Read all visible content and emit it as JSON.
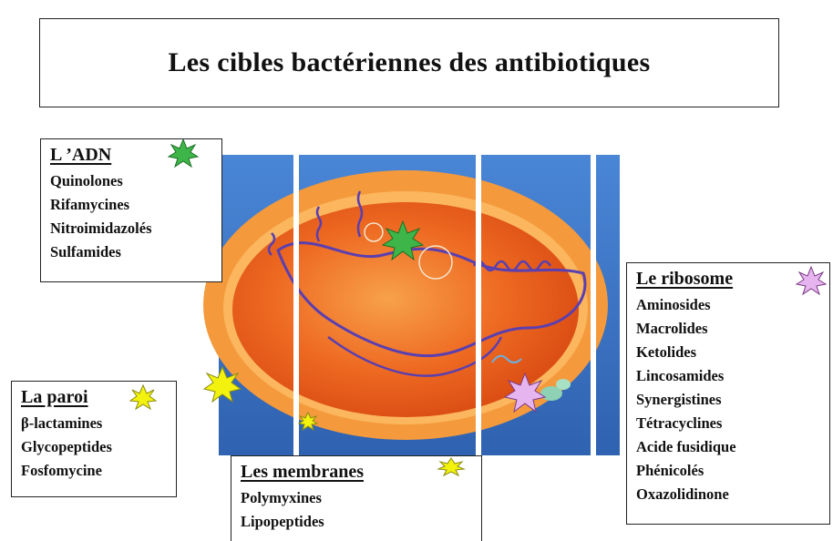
{
  "title": "Les cibles bactériennes des antibiotiques",
  "targets": {
    "adn": {
      "heading": "L ’ADN",
      "items": [
        "Quinolones",
        "Rifamycines",
        "Nitroimidazolés",
        "Sulfamides"
      ]
    },
    "ribosome": {
      "heading": "Le ribosome",
      "items": [
        "Aminosides",
        "Macrolides",
        "Ketolides",
        "Lincosamides",
        "Synergistines",
        "Tétracyclines",
        "Acide fusidique",
        "Phénicolés",
        "Oxazolidinone"
      ]
    },
    "paroi": {
      "heading": "La paroi",
      "items": [
        "β-lactamines",
        "Glycopeptides",
        "Fosfomycine"
      ]
    },
    "membranes": {
      "heading": "Les membranes",
      "items": [
        "Polymyxines",
        "Lipopeptides"
      ]
    }
  },
  "colors": {
    "background_blue": "#3f78c8",
    "cell_outer": "#f08a2c",
    "cell_inner": "#ea5a1a",
    "dna": "#5a3fb0",
    "star_green": "#3db548",
    "star_yellow": "#f2f20e",
    "star_purple": "#e6b4ee"
  },
  "icons": {
    "adn_marker": "green-star-icon",
    "ribosome_marker": "purple-star-icon",
    "paroi_marker": "yellow-star-icon",
    "membranes_marker": "yellow-star-icon"
  }
}
